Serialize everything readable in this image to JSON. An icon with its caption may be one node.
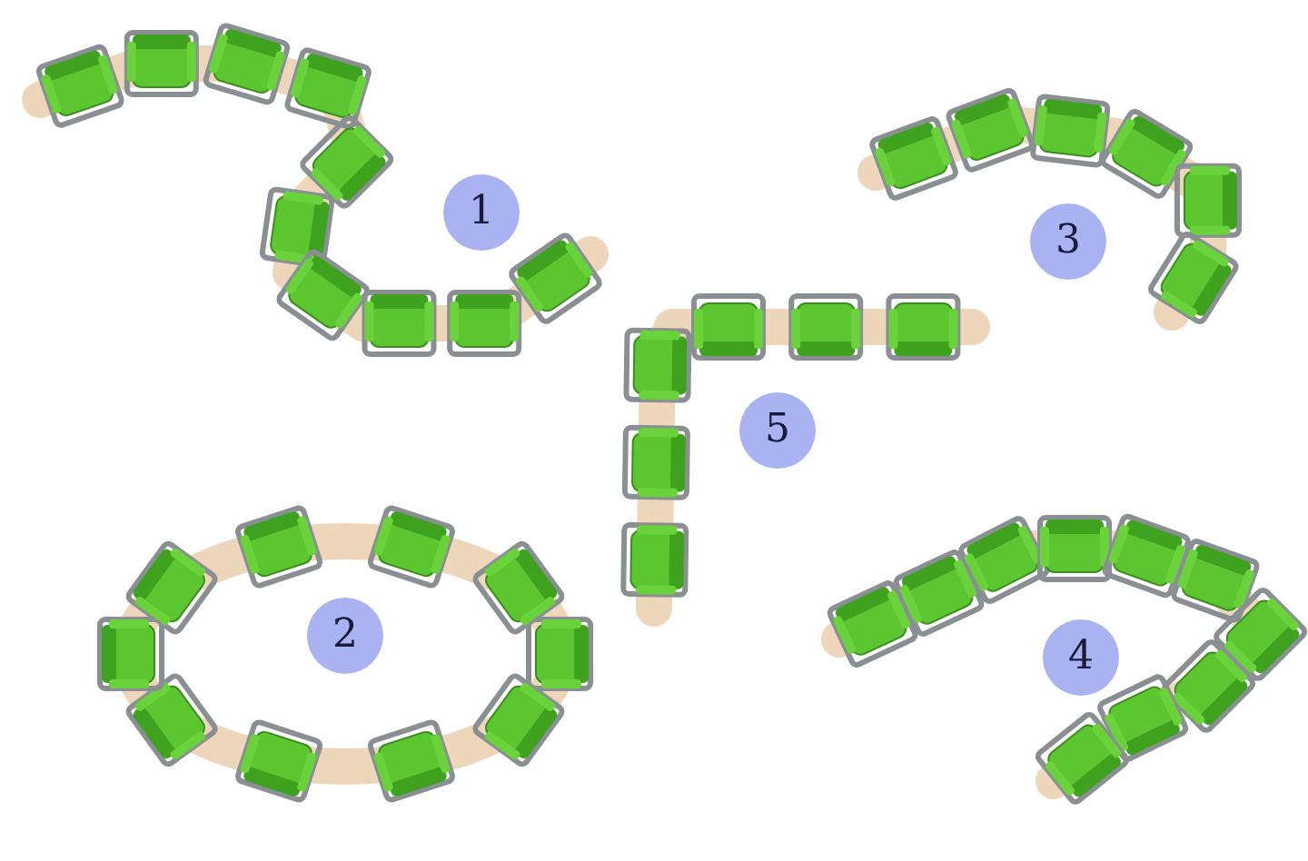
{
  "diagram": {
    "labels": [
      "1",
      "3",
      "5",
      "2",
      "4"
    ]
  }
}
